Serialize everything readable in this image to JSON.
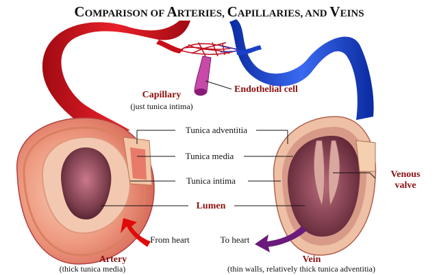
{
  "title": {
    "big1": "C",
    "rest1": "OMPARISON OF ",
    "big2": "A",
    "rest2": "RTERIES, ",
    "big3": "C",
    "rest3": "APILLARIES, AND ",
    "big4": "V",
    "rest4": "EINS"
  },
  "labels": {
    "capillary": "Capillary",
    "capillary_note": "(just tunica intima)",
    "endothelial": "Endothelial cell",
    "adventitia": "Tunica adventitia",
    "media": "Tunica media",
    "intima": "Tunica intima",
    "lumen": "Lumen",
    "venous_valve_1": "Venous",
    "venous_valve_2": "valve",
    "from_heart": "From heart",
    "to_heart": "To heart",
    "artery": "Artery",
    "artery_note": "(thick tunica media)",
    "vein": "Vein",
    "vein_note": "(thin walls, relatively thick tunica adventitia)"
  },
  "colors": {
    "artery_red": "#c8101a",
    "vein_blue": "#1a40c8",
    "label_red": "#8b1010",
    "wall_pink": "#e8a08a",
    "lumen_purple": "#7a3c4a",
    "arrow_red": "#e00a0a",
    "arrow_purple": "#6a1a7a"
  }
}
